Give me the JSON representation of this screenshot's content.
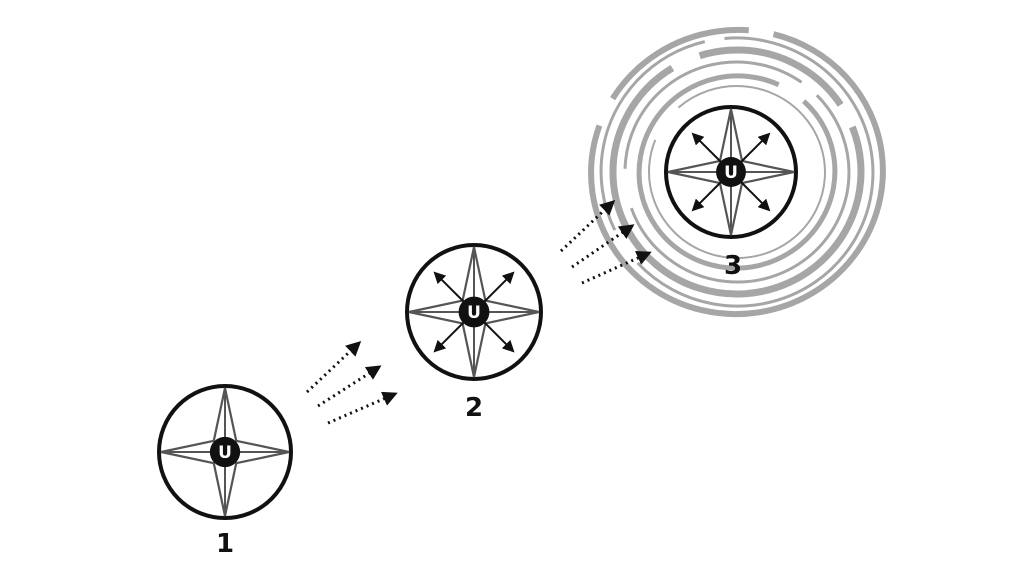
{
  "stages": [
    {
      "label": "1",
      "center_letter": "U",
      "outward_arrows": false,
      "glow_rings": false
    },
    {
      "label": "2",
      "center_letter": "U",
      "outward_arrows": true,
      "glow_rings": false
    },
    {
      "label": "3",
      "center_letter": "U",
      "outward_arrows": true,
      "glow_rings": true
    }
  ],
  "colors": {
    "outline": "#111111",
    "star": "#555555",
    "rings": "#a6a6a6",
    "background": "#ffffff"
  },
  "icons": {
    "compass": "compass-star-icon",
    "transition": "dotted-arrow-icon"
  }
}
